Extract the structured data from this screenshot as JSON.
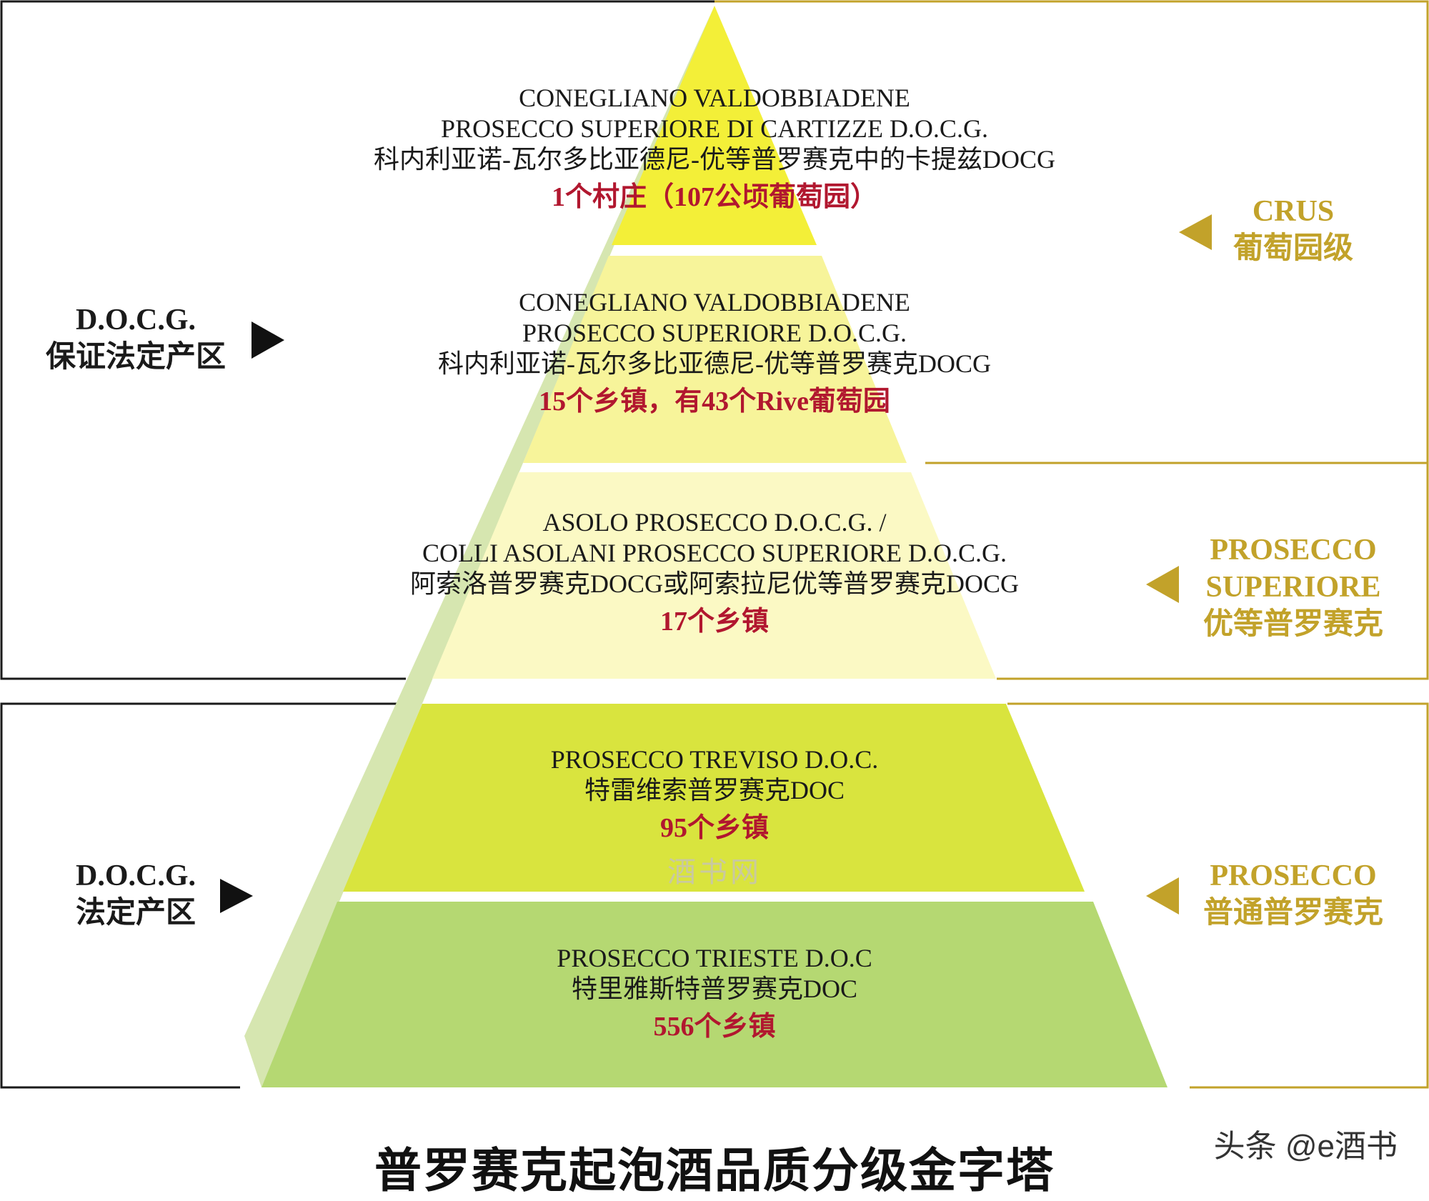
{
  "title": "普罗赛克起泡酒品质分级金字塔",
  "credit": "头条 @e酒书",
  "watermark": "酒书网",
  "colors": {
    "tier1": "#f3ef38",
    "tier2": "#f7f49a",
    "tier3": "#fbf9c4",
    "tier4": "#d9e43e",
    "tier5": "#b5d872",
    "side_shadow": "#d6e6b0",
    "gold": "#c2a22a",
    "count_red": "#b1172f",
    "frame_dark": "#1a1a1a"
  },
  "tiers": [
    {
      "lines": [
        "CONEGLIANO VALDOBBIADENE",
        "PROSECCO SUPERIORE DI CARTIZZE D.O.C.G.",
        "科内利亚诺-瓦尔多比亚德尼-优等普罗赛克中的卡提兹DOCG"
      ],
      "count": "1个村庄（107公顷葡萄园）"
    },
    {
      "lines": [
        "CONEGLIANO VALDOBBIADENE",
        "PROSECCO SUPERIORE D.O.C.G.",
        "科内利亚诺-瓦尔多比亚德尼-优等普罗赛克DOCG"
      ],
      "count": "15个乡镇，有43个Rive葡萄园"
    },
    {
      "lines": [
        "ASOLO PROSECCO D.O.C.G. /",
        "COLLI ASOLANI PROSECCO SUPERIORE D.O.C.G.",
        "阿索洛普罗赛克DOCG或阿索拉尼优等普罗赛克DOCG"
      ],
      "count": "17个乡镇"
    },
    {
      "lines": [
        "PROSECCO TREVISO D.O.C.",
        "特雷维索普罗赛克DOC"
      ],
      "count": "95个乡镇"
    },
    {
      "lines": [
        "PROSECCO TRIESTE D.O.C",
        "特里雅斯特普罗赛克DOC"
      ],
      "count": "556个乡镇"
    }
  ],
  "left_labels": [
    {
      "line1": "D.O.C.G.",
      "line2": "保证法定产区"
    },
    {
      "line1": "D.O.C.G.",
      "line2": "法定产区"
    }
  ],
  "right_labels": [
    {
      "lines": [
        "CRUS",
        "葡萄园级"
      ]
    },
    {
      "lines": [
        "PROSECCO",
        "SUPERIORE",
        "优等普罗赛克"
      ]
    },
    {
      "lines": [
        "PROSECCO",
        "普通普罗赛克"
      ]
    }
  ]
}
